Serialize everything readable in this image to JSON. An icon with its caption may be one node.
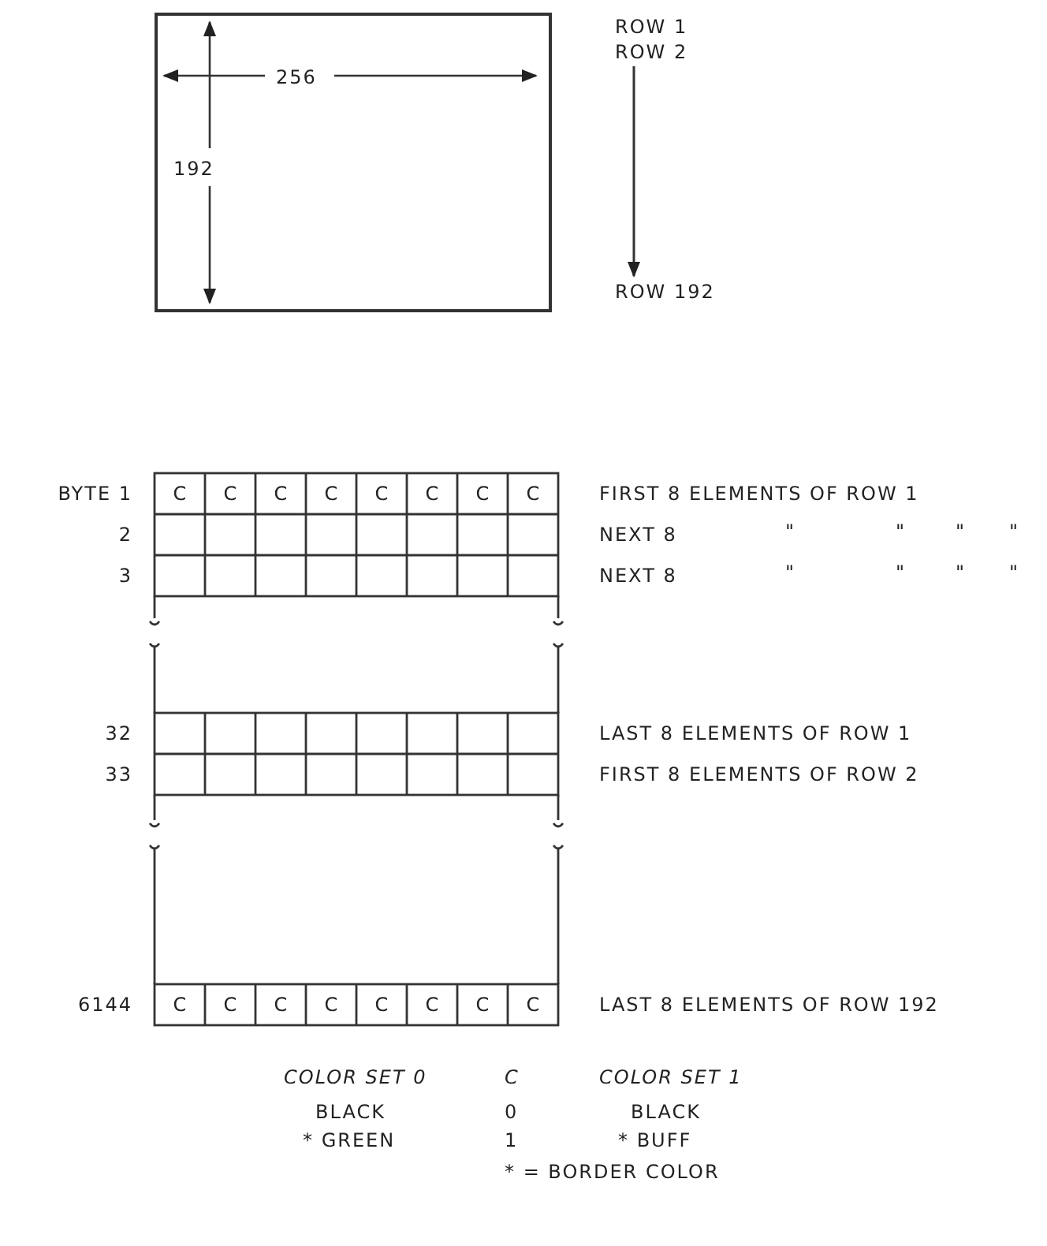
{
  "diagram": {
    "nodes": [
      {
        "text": [],
        "shape": "box"
      },
      {
        "text": [
          "ROW 2"
        ]
      },
      {
        "text": [
          "ROW 192"
        ]
      }
    ],
    "edges": [
      {
        "from": 1,
        "to": 2,
        "arrow": "to"
      }
    ],
    "labels": [
      "ROW 1",
      "256",
      "192",
      "BYTE 1",
      "C",
      "C",
      "C",
      "C",
      "C",
      "C",
      "C",
      "C",
      "FIRST 8 ELEMENTS OF ROW 1",
      "2",
      "NEXT 8",
      "\"",
      "\"",
      "\"",
      "\"",
      "3",
      "NEXT 8",
      "\"",
      "\"",
      "\"",
      "\"",
      "32",
      "LAST 8 ELEMENTS OF ROW 1",
      "33",
      "FIRST 8 ELEMENTS OF ROW 2",
      "6144",
      "C",
      "C",
      "C",
      "C",
      "C",
      "C",
      "C",
      "C",
      "LAST 8 ELEMENTS OF ROW 192",
      "COLOR SET 0",
      "C",
      "COLOR SET 1",
      "BLACK",
      "0",
      "BLACK",
      "* GREEN",
      "1",
      "* BUFF",
      "* = BORDER COLOR"
    ]
  }
}
